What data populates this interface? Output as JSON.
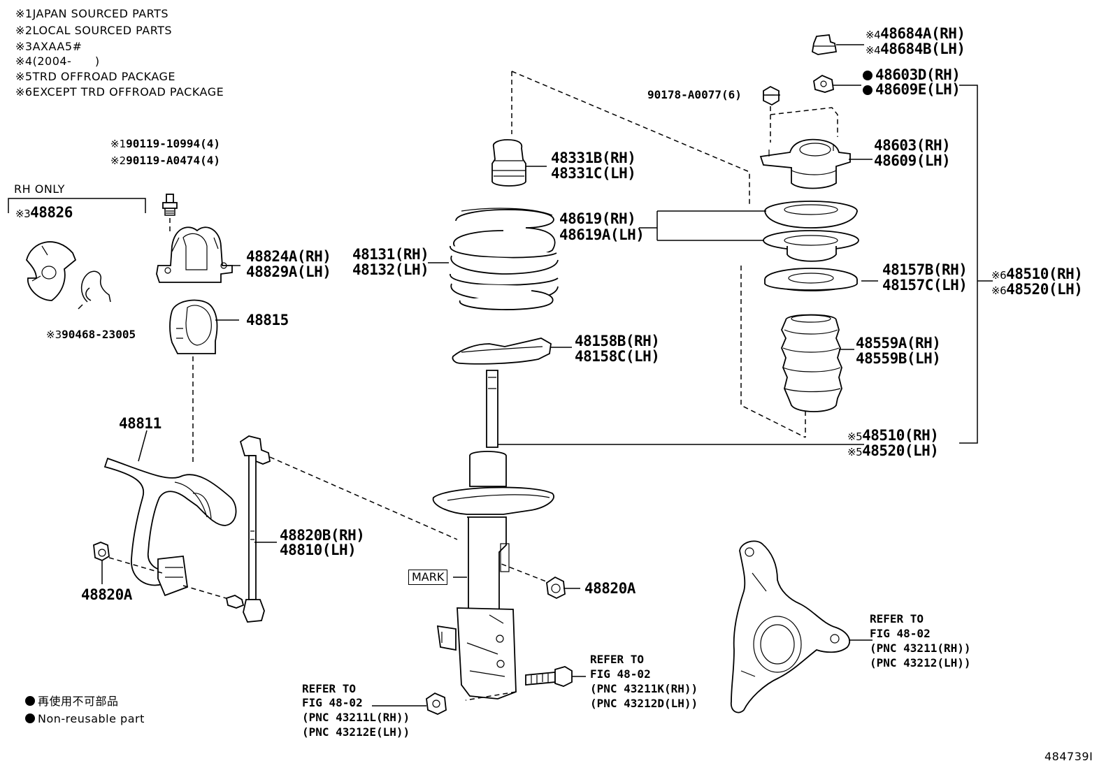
{
  "notes": [
    {
      "mark": "※1",
      "text": "JAPAN SOURCED PARTS"
    },
    {
      "mark": "※2",
      "text": "LOCAL SOURCED PARTS"
    },
    {
      "mark": "※3",
      "text": "AXAA5#"
    },
    {
      "mark": "※4",
      "text": "(2004-      )"
    },
    {
      "mark": "※5",
      "text": "TRD OFFROAD PACKAGE"
    },
    {
      "mark": "※6",
      "text": "EXCEPT TRD OFFROAD PACKAGE"
    }
  ],
  "rh_only": "RH ONLY",
  "parts": {
    "p48826": {
      "mark": "※3",
      "num": "48826"
    },
    "p90468": {
      "mark": "※3",
      "num": "90468-23005"
    },
    "bolt1": {
      "mark": "※1",
      "num": "90119-10994(4)"
    },
    "bolt2": {
      "mark": "※2",
      "num": "90119-A0474(4)"
    },
    "bracket": {
      "rh": "48824A(RH)",
      "lh": "48829A(LH)"
    },
    "bushing": "48815",
    "stabilizer": "48811",
    "nut_left": "48820A",
    "link": {
      "rh": "48820B(RH)",
      "lh": "48810(LH)"
    },
    "nut_right": "48820A",
    "bumper": {
      "rh": "48331B(RH)",
      "lh": "48331C(LH)"
    },
    "spring": {
      "rh": "48131(RH)",
      "lh": "48132(LH)"
    },
    "insulator_upper": {
      "rh": "48619(RH)",
      "lh": "48619A(LH)"
    },
    "insulator_lower": {
      "rh": "48158B(RH)",
      "lh": "48158C(LH)"
    },
    "cap": {
      "rh": "48684A(RH)",
      "lh": "48684B(LH)",
      "mark": "※4"
    },
    "mount_nut": {
      "rh": "48603D(RH)",
      "lh": "48609E(LH)"
    },
    "mount_bolt": "90178-A0077(6)",
    "mount": {
      "rh": "48603(RH)",
      "lh": "48609(LH)"
    },
    "seat": {
      "rh": "48157B(RH)",
      "lh": "48157C(LH)"
    },
    "boot": {
      "rh": "48559A(RH)",
      "lh": "48559B(LH)"
    },
    "assy6": {
      "mark": "※6",
      "rh": "48510(RH)",
      "lh": "48520(LH)"
    },
    "assy5": {
      "mark": "※5",
      "rh": "48510(RH)",
      "lh": "48520(LH)"
    },
    "mark_label": "MARK"
  },
  "refs": {
    "ref_knuckle": [
      "REFER TO",
      "FIG 48-02",
      "(PNC 43211(RH))",
      "(PNC 43212(LH))"
    ],
    "ref_bolt": [
      "REFER TO",
      "FIG 48-02",
      "(PNC 43211K(RH))",
      "(PNC 43212D(LH))"
    ],
    "ref_nut": [
      "REFER TO",
      "FIG 48-02",
      "(PNC 43211L(RH))",
      "(PNC 43212E(LH))"
    ]
  },
  "legend": [
    {
      "icon": "filled-circle-icon",
      "text": "再使用不可部品"
    },
    {
      "icon": "filled-circle-icon",
      "text": "Non-reusable part"
    }
  ],
  "figure_id": "484739I"
}
